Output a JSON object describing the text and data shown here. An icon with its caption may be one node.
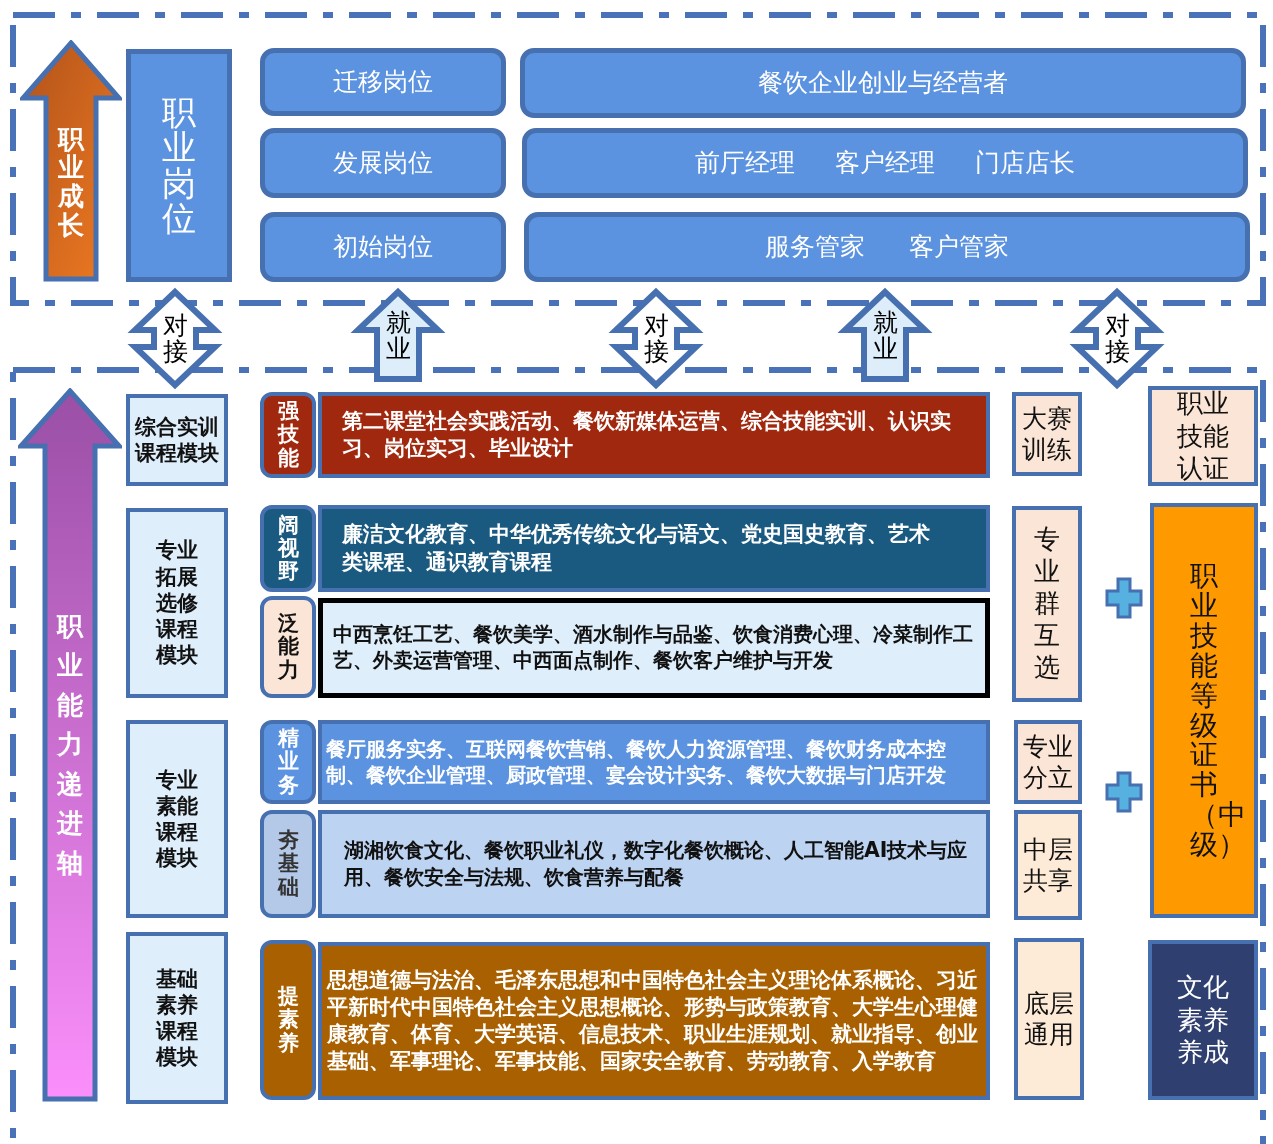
{
  "diagram": {
    "nodes": [
      {
        "text": [],
        "shape": "box"
      },
      {
        "text": [
          "职业成长"
        ],
        "in": 0
      },
      {
        "text": [
          "职业岗位"
        ],
        "in": 0
      },
      {
        "text": [
          "迁移岗位"
        ],
        "in": 0
      },
      {
        "text": [
          "餐饮企业创业与经营者"
        ],
        "in": 0
      },
      {
        "text": [
          "发展岗位"
        ],
        "in": 0
      },
      {
        "text": [
          "前厅经理",
          "客户经理",
          "门店店长"
        ],
        "in": 0
      },
      {
        "text": [
          "初始岗位"
        ],
        "in": 0
      },
      {
        "text": [
          "服务管家",
          "客户管家"
        ],
        "in": 0
      },
      {
        "text": [],
        "shape": "box"
      },
      {
        "text": [
          "职业能力递进轴"
        ],
        "in": 9
      },
      {
        "text": [
          "综合实训课程模块"
        ],
        "in": 9
      },
      {
        "text": [
          "强技能"
        ],
        "in": 9
      },
      {
        "text": [
          "第二课堂社会实践活动、餐饮新媒体运营、综合技能实训、认识实习、岗位实习、毕业设计"
        ],
        "in": 9
      },
      {
        "text": [
          "大赛训练"
        ],
        "in": 9
      },
      {
        "text": [
          "职业技能认证"
        ],
        "in": 9
      },
      {
        "text": [
          "专业拓展选修课程模块"
        ],
        "in": 9
      },
      {
        "text": [
          "阔视野"
        ],
        "in": 9
      },
      {
        "text": [
          "廉洁文化教育、中华优秀传统文化与语文、党史国史教育、艺术类课程、通识教育课程"
        ],
        "in": 9
      },
      {
        "text": [
          "泛能力"
        ],
        "in": 9
      },
      {
        "text": [
          "中西烹饪工艺、餐饮美学、酒水制作与品鉴、饮食消费心理、冷菜制作工艺、外卖运营管理、中西面点制作、餐饮客户维护与开发"
        ],
        "in": 9
      },
      {
        "text": [
          "专业群互选"
        ],
        "in": 9
      },
      {
        "text": [
          "职业技能等级证书（中级）"
        ],
        "in": 9
      },
      {
        "text": [
          "专业素能课程模块"
        ],
        "in": 9
      },
      {
        "text": [
          "精业务"
        ],
        "in": 9
      },
      {
        "text": [
          "餐厅服务实务、互联网餐饮营销、餐饮人力资源管理、餐饮财务成本控制、餐饮企业管理、厨政管理、宴会设计实务、餐饮大数据与门店开发"
        ],
        "in": 9
      },
      {
        "text": [
          "专业分立"
        ],
        "in": 9
      },
      {
        "text": [
          "夯基础"
        ],
        "in": 9
      },
      {
        "text": [
          "湖湘饮食文化、餐饮职业礼仪，数字化餐饮概论、人工智能AI技术与应用、餐饮安全与法规、饮食营养与配餐"
        ],
        "in": 9
      },
      {
        "text": [
          "中层共享"
        ],
        "in": 9
      },
      {
        "text": [
          "基础素养课程模块"
        ],
        "in": 9
      },
      {
        "text": [
          "提素养"
        ],
        "in": 9
      },
      {
        "text": [
          "思想道德与法治、毛泽东思想和中国特色社会主义理论体系概论、习近平新时代中国特色社会主义思想概论、形势与政策教育、大学生心理健康教育、体育、大学英语、信息技术、职业生涯规划、就业指导、创业基础、军事理论、军事技能、国家安全教育、劳动教育、入学教育"
        ],
        "in": 9
      },
      {
        "text": [
          "底层通用"
        ],
        "in": 9
      },
      {
        "text": [
          "文化素养养成"
        ],
        "in": 9
      }
    ],
    "edges": [
      {
        "from": 9,
        "to": 0,
        "arrow": "both",
        "label": "对接"
      },
      {
        "from": 9,
        "to": 0,
        "arrow": "to",
        "label": "就业"
      },
      {
        "from": 9,
        "to": 0,
        "arrow": "both",
        "label": "对接"
      },
      {
        "from": 9,
        "to": 0,
        "arrow": "to",
        "label": "就业"
      },
      {
        "from": 9,
        "to": 0,
        "arrow": "both",
        "label": "对接"
      }
    ]
  }
}
